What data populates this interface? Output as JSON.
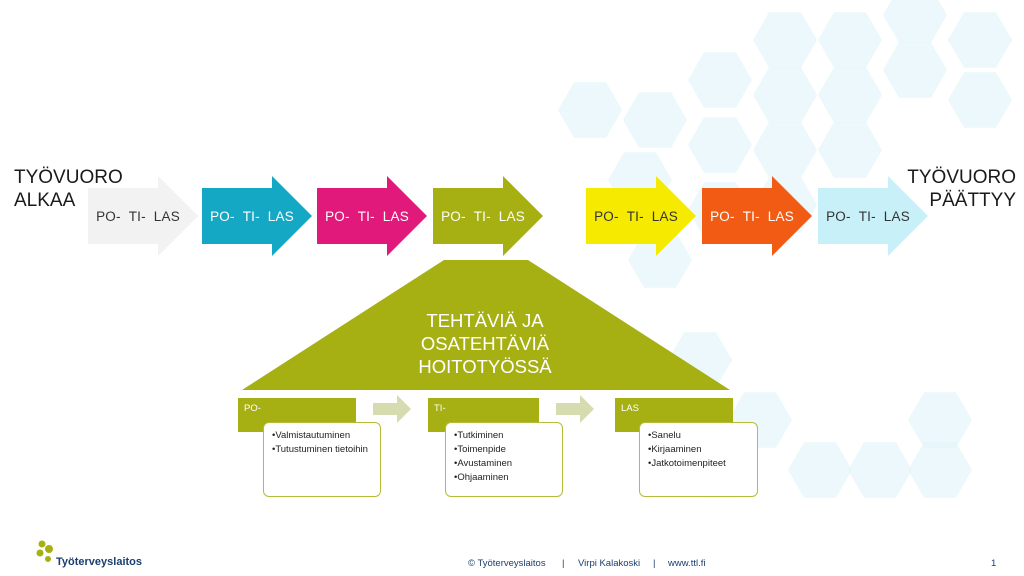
{
  "left_label": [
    "TYÖVUORO",
    "ALKAA"
  ],
  "right_label": [
    "TYÖVUORO",
    "PÄÄTTYY"
  ],
  "arrows": [
    {
      "labels": [
        "PO-",
        "TI-",
        "LAS"
      ],
      "fill": "#f2f2f2",
      "text_color": "#333333"
    },
    {
      "labels": [
        "PO-",
        "TI-",
        "LAS"
      ],
      "fill": "#14a8c4",
      "text_color": "#ffffff"
    },
    {
      "labels": [
        "PO-",
        "TI-",
        "LAS"
      ],
      "fill": "#e0197a",
      "text_color": "#ffffff"
    },
    {
      "labels": [
        "PO-",
        "TI-",
        "LAS"
      ],
      "fill": "#a6b012",
      "text_color": "#ffffff"
    },
    {
      "labels": [
        "PO-",
        "TI-",
        "LAS"
      ],
      "fill": "#f5ea00",
      "text_color": "#333333"
    },
    {
      "labels": [
        "PO-",
        "TI-",
        "LAS"
      ],
      "fill": "#f25b14",
      "text_color": "#ffffff"
    },
    {
      "labels": [
        "PO-",
        "TI-",
        "LAS"
      ],
      "fill": "#c8f0f8",
      "text_color": "#333333"
    }
  ],
  "triangle_title": [
    "TEHTÄVIÄ JA",
    "OSATEHTÄVIÄ",
    "HOITOTYÖSSÄ"
  ],
  "phases": [
    {
      "label": "PO-",
      "items": [
        "•Valmistautuminen",
        "•Tutustuminen tietoihin"
      ]
    },
    {
      "label": "TI-",
      "items": [
        "•Tutkiminen",
        "•Toimenpide",
        "•Avustaminen",
        "•Ohjaaminen"
      ]
    },
    {
      "label": "LAS",
      "items": [
        "•Sanelu",
        "•Kirjaaminen",
        "•Jatkotoimenpiteet"
      ]
    }
  ],
  "footer": {
    "logo": "Työterveyslaitos",
    "copyright": "© Työterveyslaitos",
    "sep1": "|",
    "author": "Virpi Kalakoski",
    "sep2": "|",
    "url": "www.ttl.fi",
    "page": "1"
  },
  "colors": {
    "olive": "#a6b012",
    "hex_pattern": "#e6f6fa",
    "footer_text": "#1a3e6e"
  }
}
